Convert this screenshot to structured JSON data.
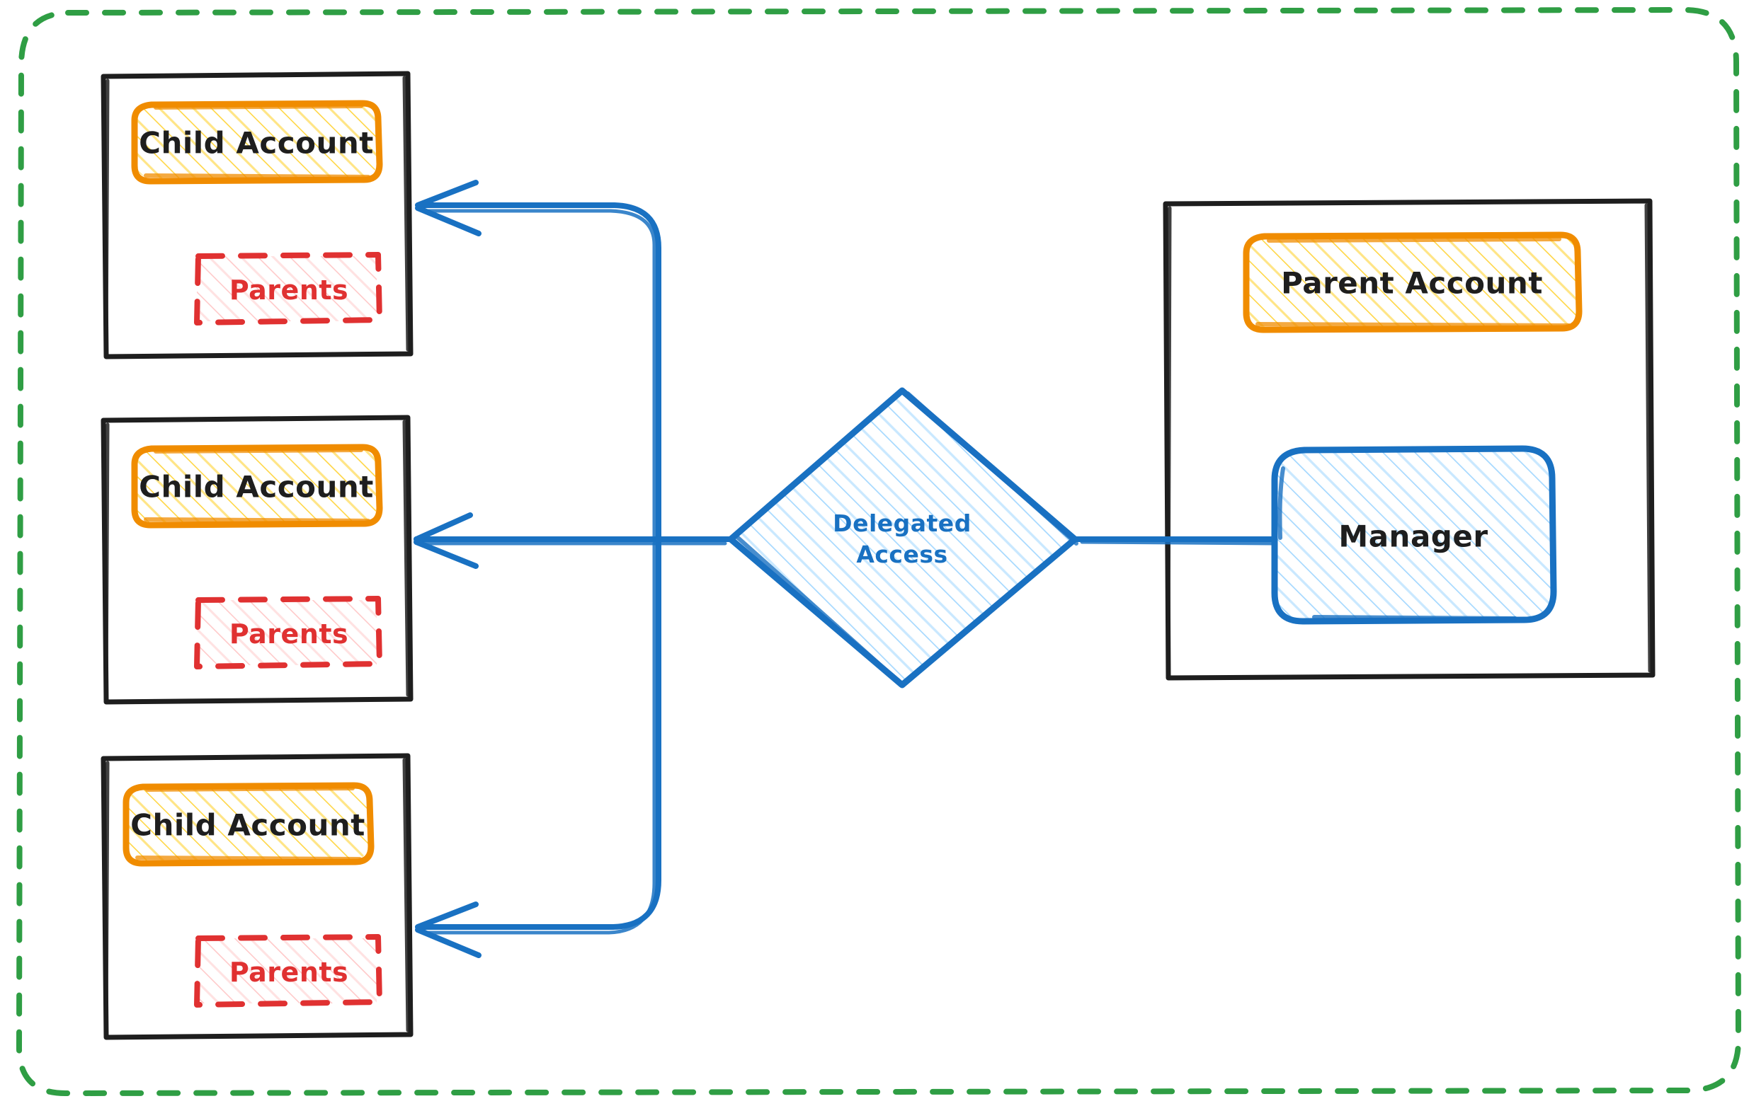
{
  "diagram": {
    "type": "architecture-flow",
    "title_visible": false,
    "boundary": {
      "name": "outer-boundary",
      "style": "dashed",
      "color": "#2f9e44"
    }
  },
  "colors": {
    "outer_boundary": "#2f9e44",
    "container_border": "#1e1e1e",
    "account_border": "#f08c00",
    "account_fill": "#ffd43b",
    "parents_border": "#e03131",
    "parents_fill": "#ffc9c9",
    "accent_blue": "#1971c2",
    "blue_fill": "#a5d8ff",
    "text_dark": "#1e1e1e"
  },
  "children": [
    {
      "container_label": "child-container-1",
      "account_label": "Child Account",
      "parents_label": "Parents"
    },
    {
      "container_label": "child-container-2",
      "account_label": "Child Account",
      "parents_label": "Parents"
    },
    {
      "container_label": "child-container-3",
      "account_label": "Child Account",
      "parents_label": "Parents"
    }
  ],
  "decision": {
    "label_line1": "Delegated",
    "label_line2": "Access",
    "shape": "diamond"
  },
  "parent_container": {
    "account_label": "Parent Account",
    "manager_label": "Manager"
  },
  "connections": [
    {
      "from": "manager",
      "to": "delegated-access",
      "arrow": false
    },
    {
      "from": "delegated-access",
      "to": "child-account-1",
      "arrow": true
    },
    {
      "from": "delegated-access",
      "to": "child-account-2",
      "arrow": true
    },
    {
      "from": "delegated-access",
      "to": "child-account-3",
      "arrow": true
    }
  ]
}
